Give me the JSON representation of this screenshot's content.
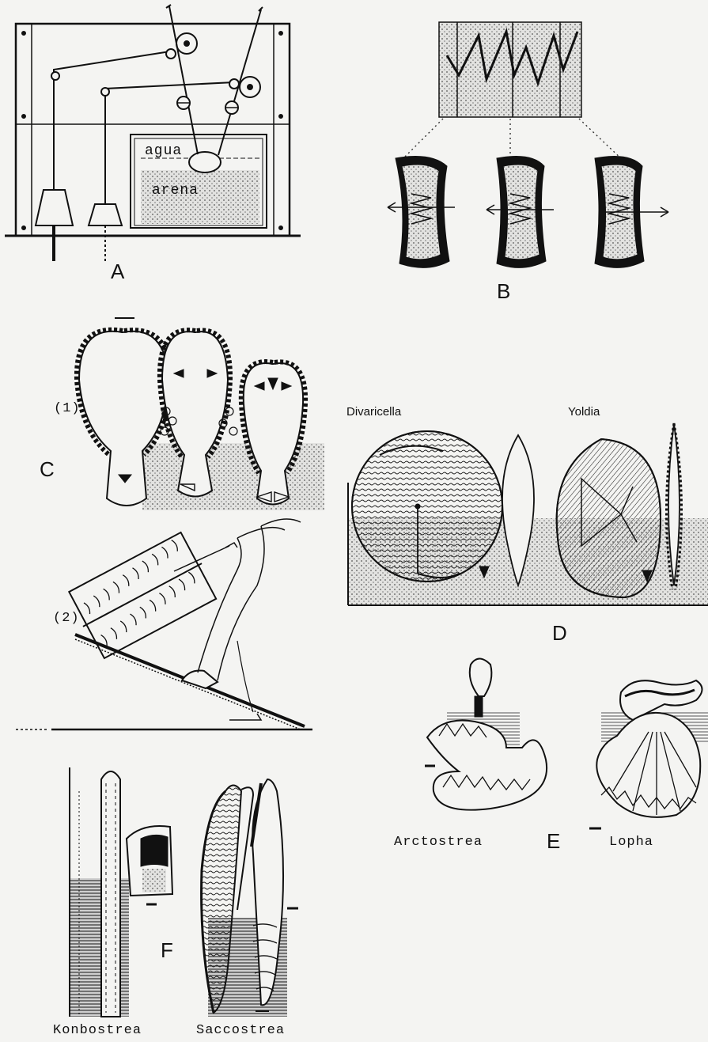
{
  "panels": {
    "A": {
      "letter": "A",
      "water_label": "agua",
      "sand_label": "arena"
    },
    "B": {
      "letter": "B"
    },
    "C": {
      "letter": "C",
      "sub1": "(1)",
      "sub2": "(2)"
    },
    "D": {
      "letter": "D",
      "genus_left": "Divaricella",
      "genus_right": "Yoldia"
    },
    "E": {
      "letter": "E",
      "genus_left": "Arctostrea",
      "genus_right": "Lopha"
    },
    "F": {
      "letter": "F",
      "genus_left": "Konbostrea",
      "genus_right": "Saccostrea"
    }
  },
  "colors": {
    "ink": "#111111",
    "paper": "#f4f4f2",
    "stipple": "#9a9a9a",
    "dark_fill": "#2a2a2a"
  }
}
